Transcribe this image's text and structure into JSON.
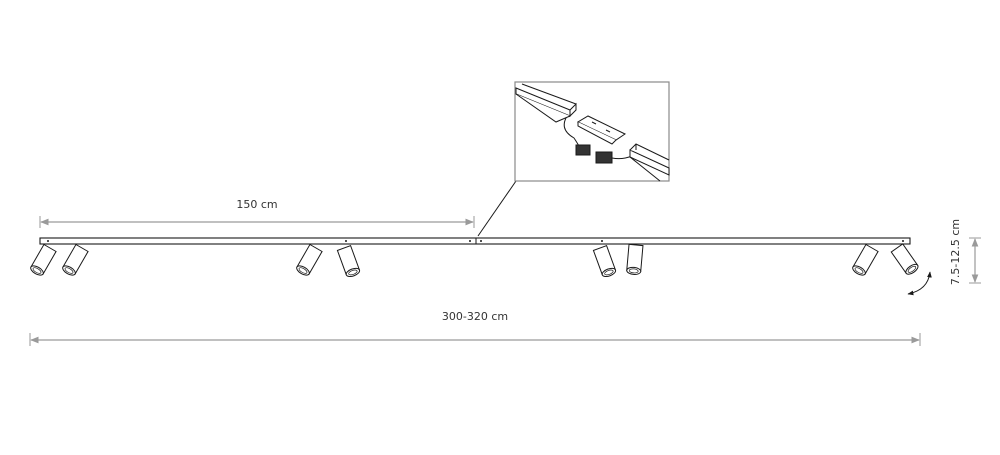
{
  "dimensions": {
    "half_length": "150 cm",
    "total_length": "300-320 cm",
    "height": "7.5-12.5 cm"
  },
  "components": {
    "rail_sections": 2,
    "spotlights": 8,
    "inset": "rail-connector-detail"
  },
  "colors": {
    "line": "#1a1a1a",
    "dimension": "#9a9a9a"
  }
}
